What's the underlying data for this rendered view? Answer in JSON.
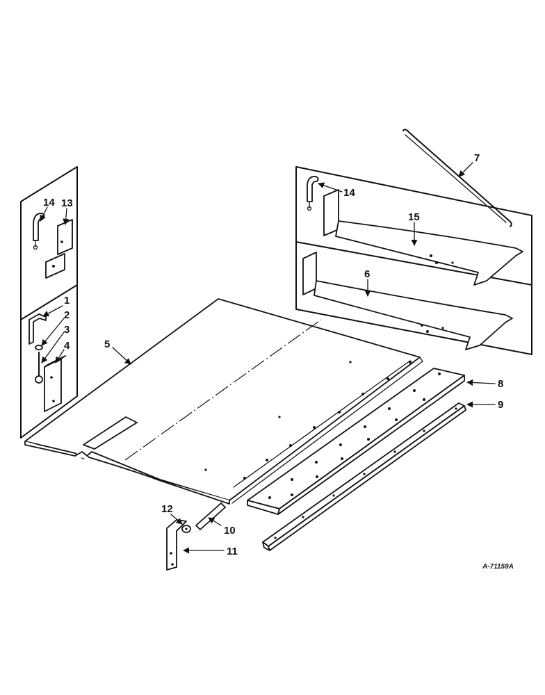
{
  "drawing_id": "A-71159A",
  "callouts": {
    "c1": "1",
    "c2": "2",
    "c3": "3",
    "c4": "4",
    "c5": "5",
    "c6": "6",
    "c7": "7",
    "c8": "8",
    "c9": "9",
    "c10": "10",
    "c11": "11",
    "c12": "12",
    "c13": "13",
    "c14_left": "14",
    "c14_right": "14",
    "c15": "15"
  }
}
